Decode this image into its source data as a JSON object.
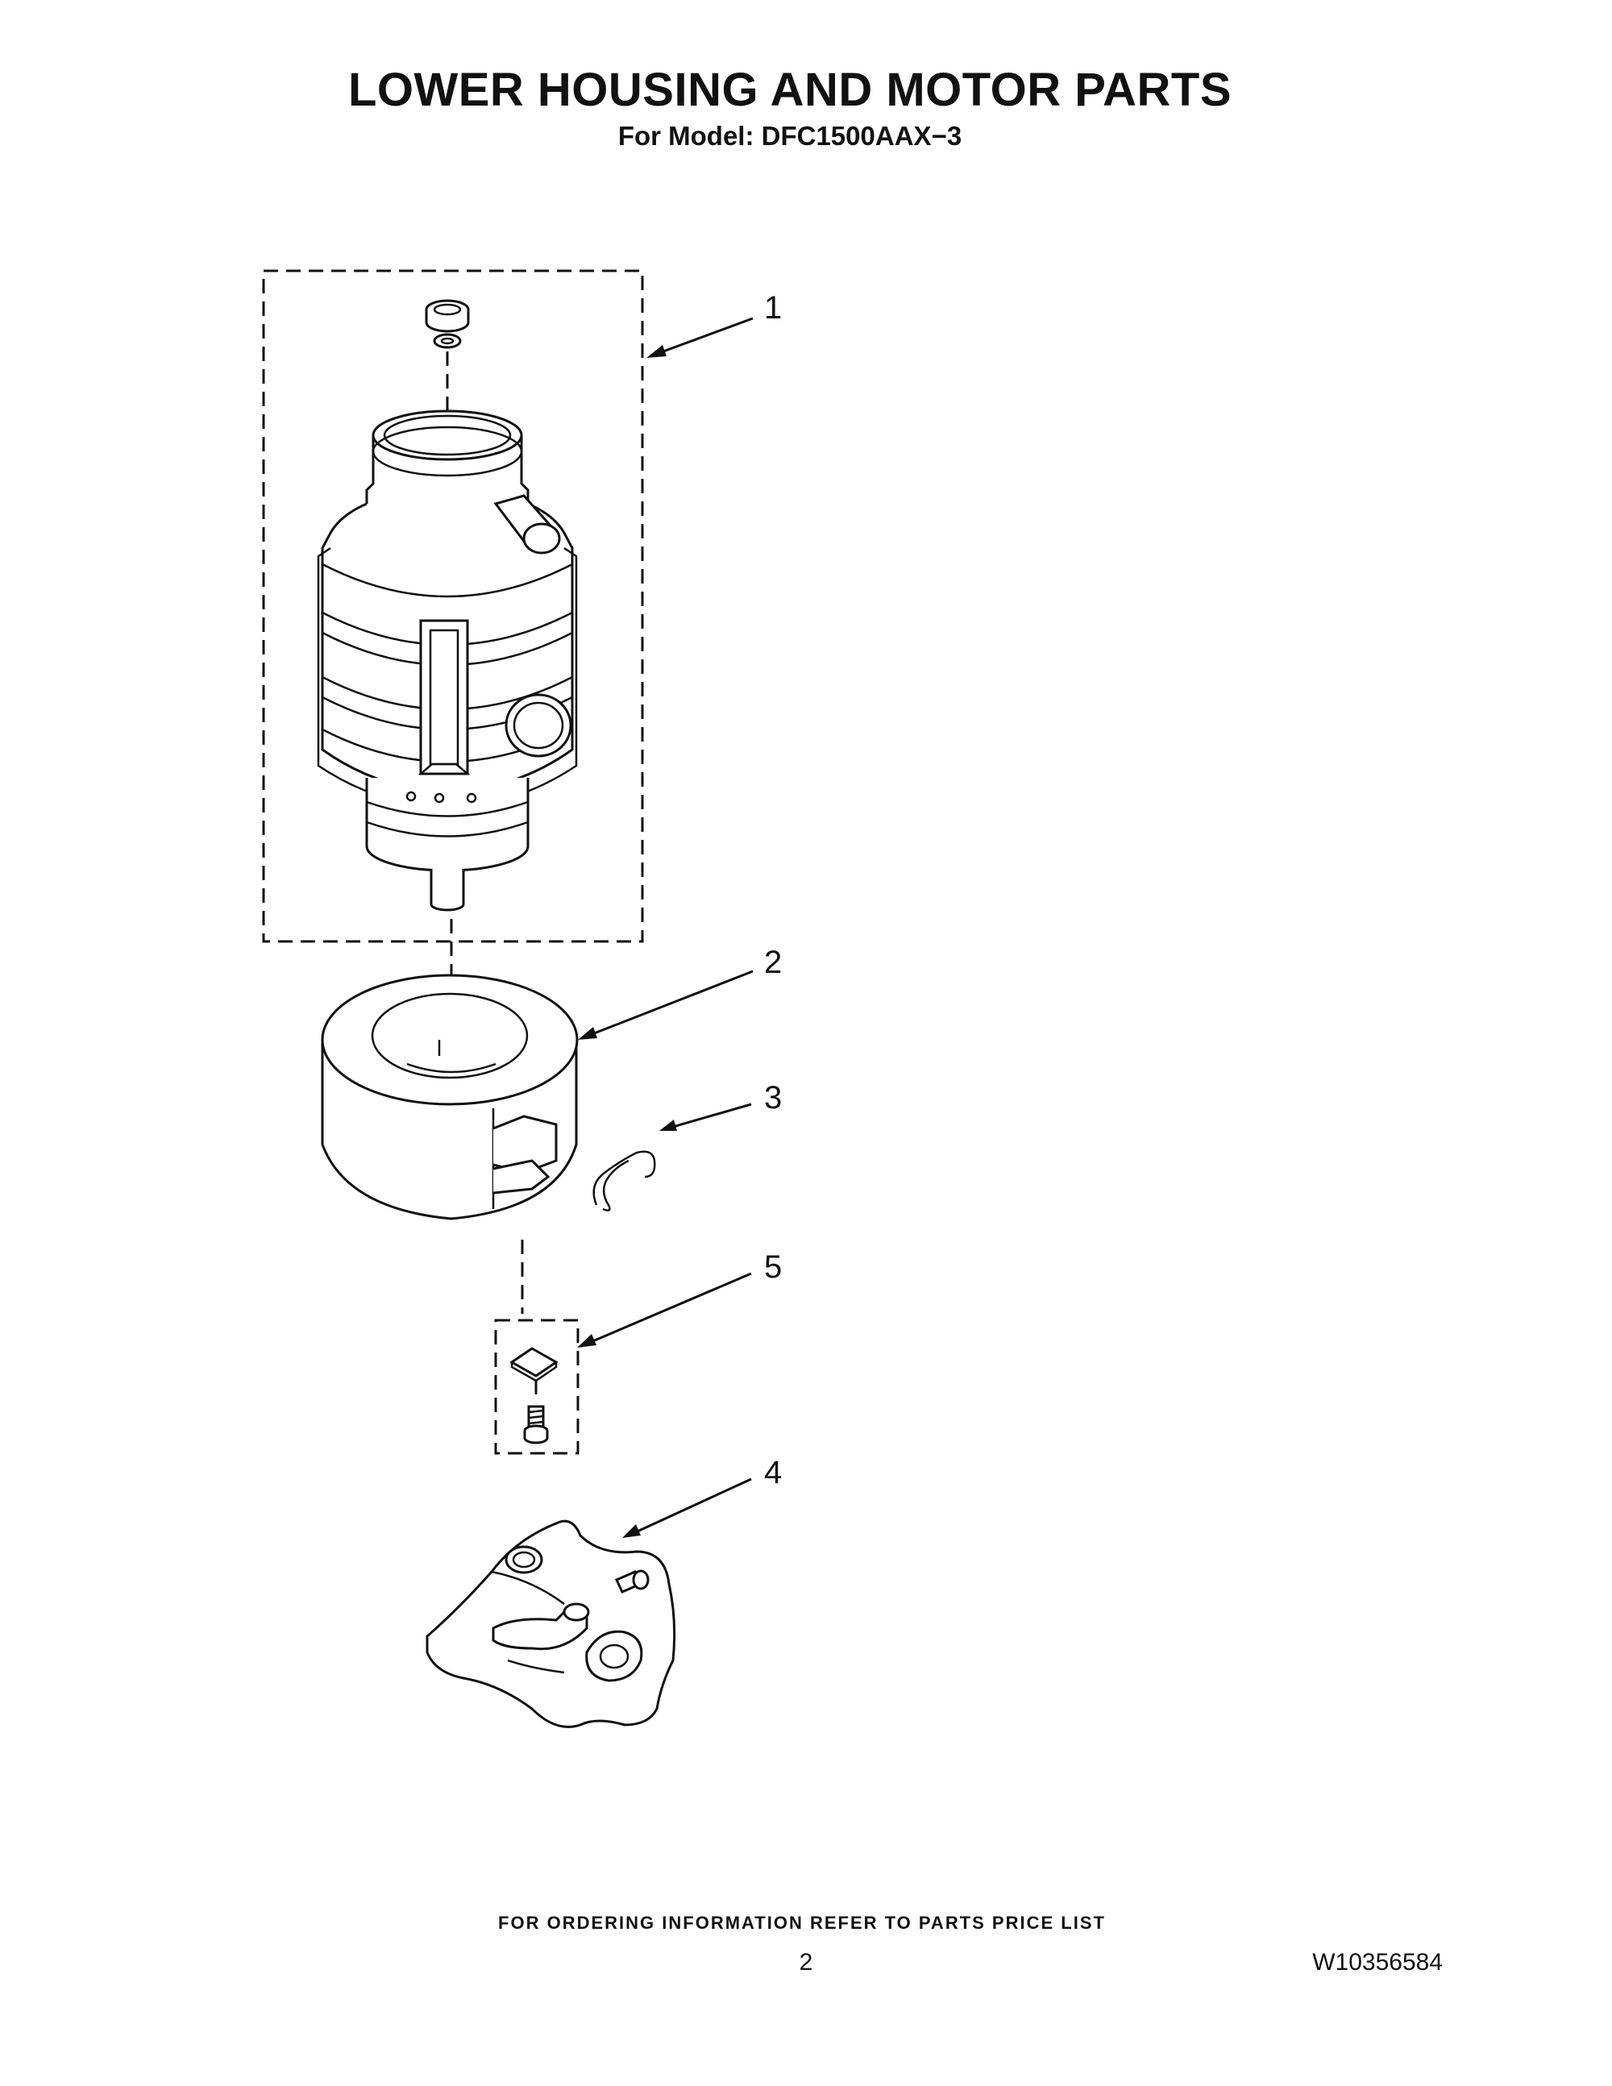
{
  "header": {
    "title": "LOWER HOUSING AND MOTOR PARTS",
    "model_line": "For Model: DFC1500AAX−3"
  },
  "callouts": [
    {
      "id": "callout-1",
      "label": "1"
    },
    {
      "id": "callout-2",
      "label": "2"
    },
    {
      "id": "callout-3",
      "label": "3"
    },
    {
      "id": "callout-5",
      "label": "5"
    },
    {
      "id": "callout-4",
      "label": "4"
    }
  ],
  "footer": {
    "ordering_note": "FOR ORDERING INFORMATION REFER TO PARTS PRICE LIST",
    "page_number": "2",
    "document_number": "W10356584"
  }
}
